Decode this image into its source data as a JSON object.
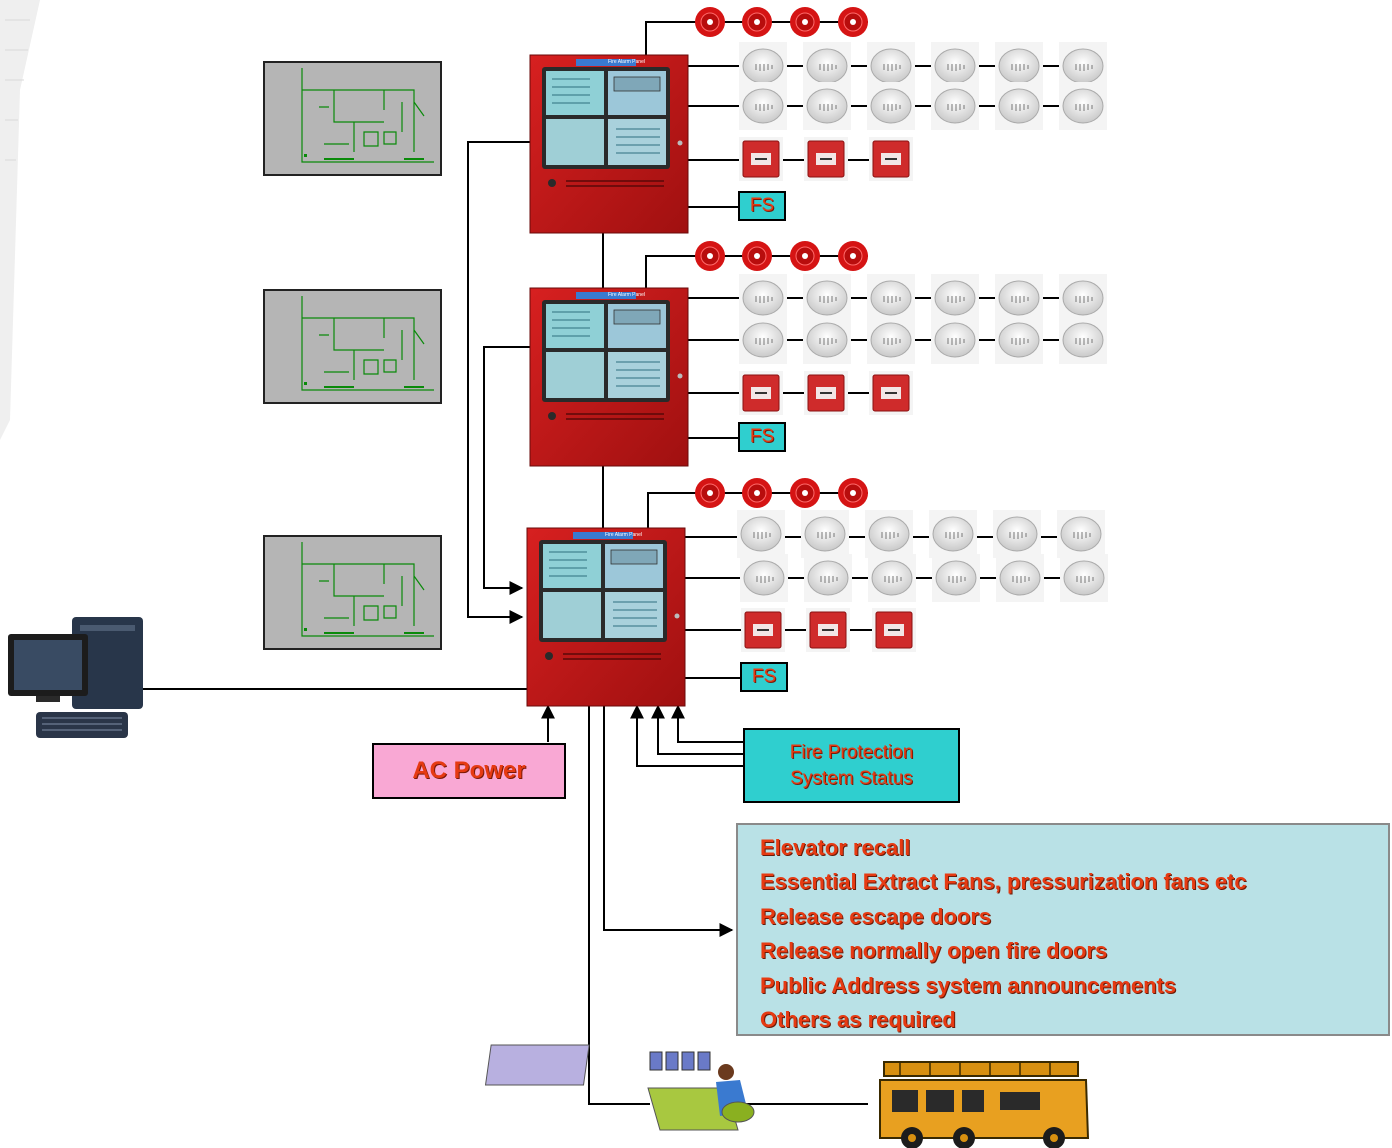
{
  "ac_power_label": "AC Power",
  "fire_protection_status": {
    "line1": "Fire Protection",
    "line2": "System Status"
  },
  "fs_labels": [
    "FS",
    "FS",
    "FS"
  ],
  "outputs": [
    "Elevator recall",
    "Essential Extract Fans, pressurization fans etc",
    "Release escape doors",
    "Release normally open fire doors",
    "Public Address system announcements",
    "Others as required"
  ],
  "panel_header_labels": [
    "Fire Alarm Panel",
    "Fire Alarm Panel",
    "Fire Alarm Panel"
  ],
  "colors": {
    "panel_red": "#c41a1a",
    "label_text": "#e63a12",
    "ac_power_fill": "#f9a8d4",
    "status_fill": "#2fcfcf",
    "outputs_fill": "#b9e1e6"
  },
  "icons": [
    "building-edge",
    "floor-plan",
    "fire-alarm-panel",
    "alarm-bell-icon",
    "smoke-detector-icon",
    "manual-call-point-icon",
    "computer-workstation-icon",
    "control-room-operator-icon",
    "fire-truck-icon"
  ]
}
